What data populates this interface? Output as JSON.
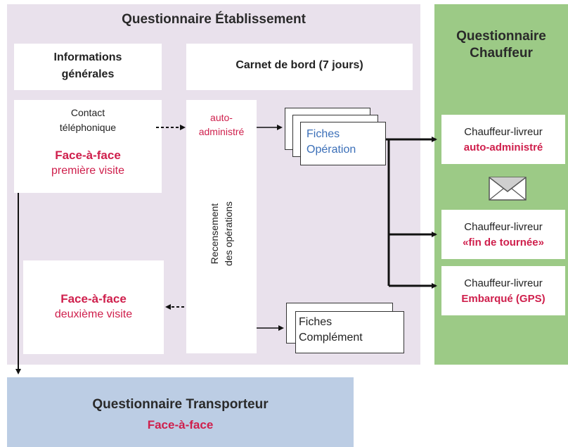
{
  "etablissement": {
    "title": "Questionnaire Établissement",
    "info_generales": {
      "line1": "Informations",
      "line2": "générales"
    },
    "carnet": "Carnet de bord (7 jours)",
    "contact": {
      "line1": "Contact",
      "line2": "téléphonique",
      "f2f": "Face-à-face",
      "visit": "première visite"
    },
    "auto_admin": {
      "line1": "auto-",
      "line2": "administré"
    },
    "recensement": {
      "line1": "Recensement",
      "line2": "des opérations"
    },
    "fiches_operation": {
      "line1": "Fiches",
      "line2": "Opération"
    },
    "fiches_complement": {
      "line1": "Fiches",
      "line2": "Complément"
    },
    "second_visit": {
      "f2f": "Face-à-face",
      "visit": "deuxième visite"
    }
  },
  "chauffeur": {
    "title_line1": "Questionnaire",
    "title_line2": "Chauffeur",
    "items": [
      {
        "label": "Chauffeur-livreur",
        "mode": "auto-administré"
      },
      {
        "label": "Chauffeur-livreur",
        "mode": "«fin de tournée»"
      },
      {
        "label": "Chauffeur-livreur",
        "mode": "Embarqué (GPS)"
      }
    ],
    "envelope_icon": "envelope-icon"
  },
  "transporteur": {
    "title": "Questionnaire Transporteur",
    "mode": "Face-à-face"
  },
  "colors": {
    "etablissement_bg": "#e9e1ec",
    "chauffeur_bg": "#9cca86",
    "transporteur_bg": "#bccde4",
    "accent_red": "#cf1f4c",
    "accent_blue": "#3b6fb8"
  }
}
